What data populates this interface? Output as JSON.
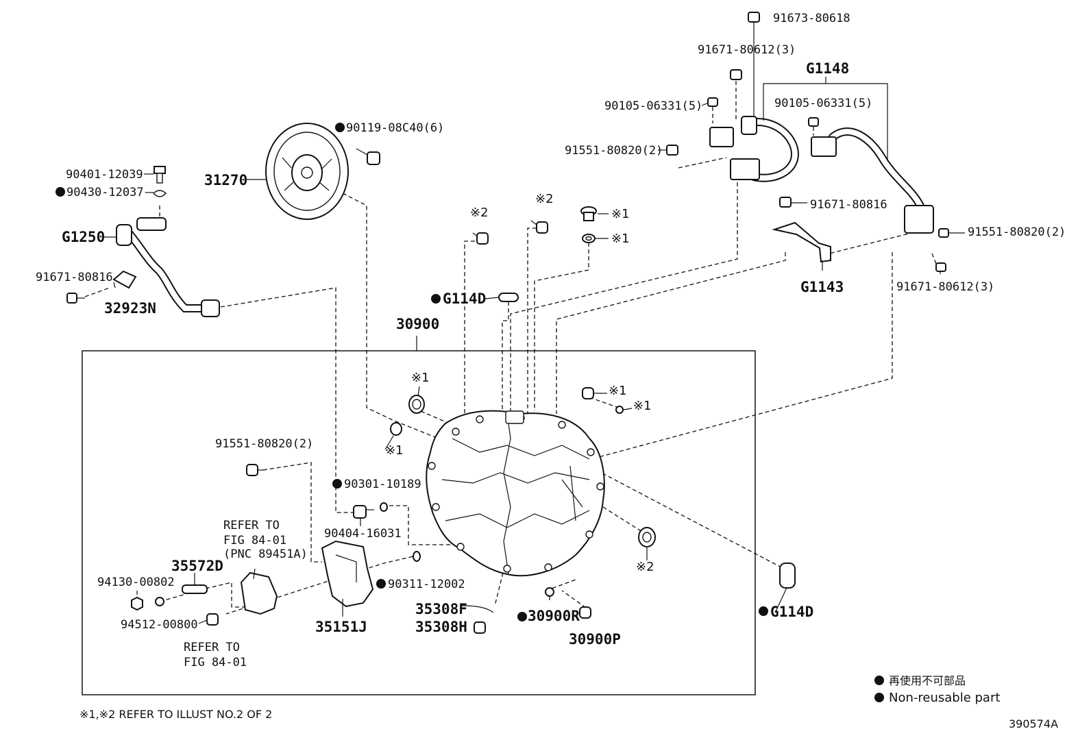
{
  "labels": {
    "p31270": "31270",
    "p90119": "90119-08C40(6)",
    "p90401": "90401-12039",
    "p90430": "90430-12037",
    "pG1250": "G1250",
    "p91671_80816_left": "91671-80816",
    "p32923N": "32923N",
    "p30900": "30900",
    "pG114D_top": "G114D",
    "x2_a": "※2",
    "x2_b": "※2",
    "x1_a": "※1",
    "x1_b": "※1",
    "p91673": "91673-80618",
    "p91671_80612_top": "91671-80612(3)",
    "p90105_left": "90105-06331(5)",
    "p91551_top": "91551-80820(2)",
    "pG1148": "G1148",
    "p90105_right": "90105-06331(5)",
    "p91671_80816_right": "91671-80816",
    "p91551_right": "91551-80820(2)",
    "pG1143": "G1143",
    "p91671_80612_bottom": "91671-80612(3)",
    "x1_c": "※1",
    "x1_d": "※1",
    "x1_e": "※1",
    "x1_f": "※1",
    "p91551_inner": "91551-80820(2)",
    "p90301": "90301-10189",
    "p90404": "90404-16031",
    "refer1_l1": "REFER TO",
    "refer1_l2": "FIG 84-01",
    "refer1_l3": "(PNC 89451A)",
    "p35572D": "35572D",
    "p94130": "94130-00802",
    "p94512": "94512-00800",
    "refer2_l1": "REFER TO",
    "refer2_l2": "FIG 84-01",
    "p90311": "90311-12002",
    "p35151J": "35151J",
    "p35308F": "35308F",
    "p35308H": "35308H",
    "p30900R": "30900R",
    "p30900P": "30900P",
    "x2_c": "※2",
    "pG114D_bottom": "G114D",
    "legend_jp": "再使用不可部品",
    "legend_en": "Non-reusable part",
    "footnote": "※1,※2 REFER TO ILLUST NO.2 OF 2",
    "illust_no": "390574A"
  }
}
